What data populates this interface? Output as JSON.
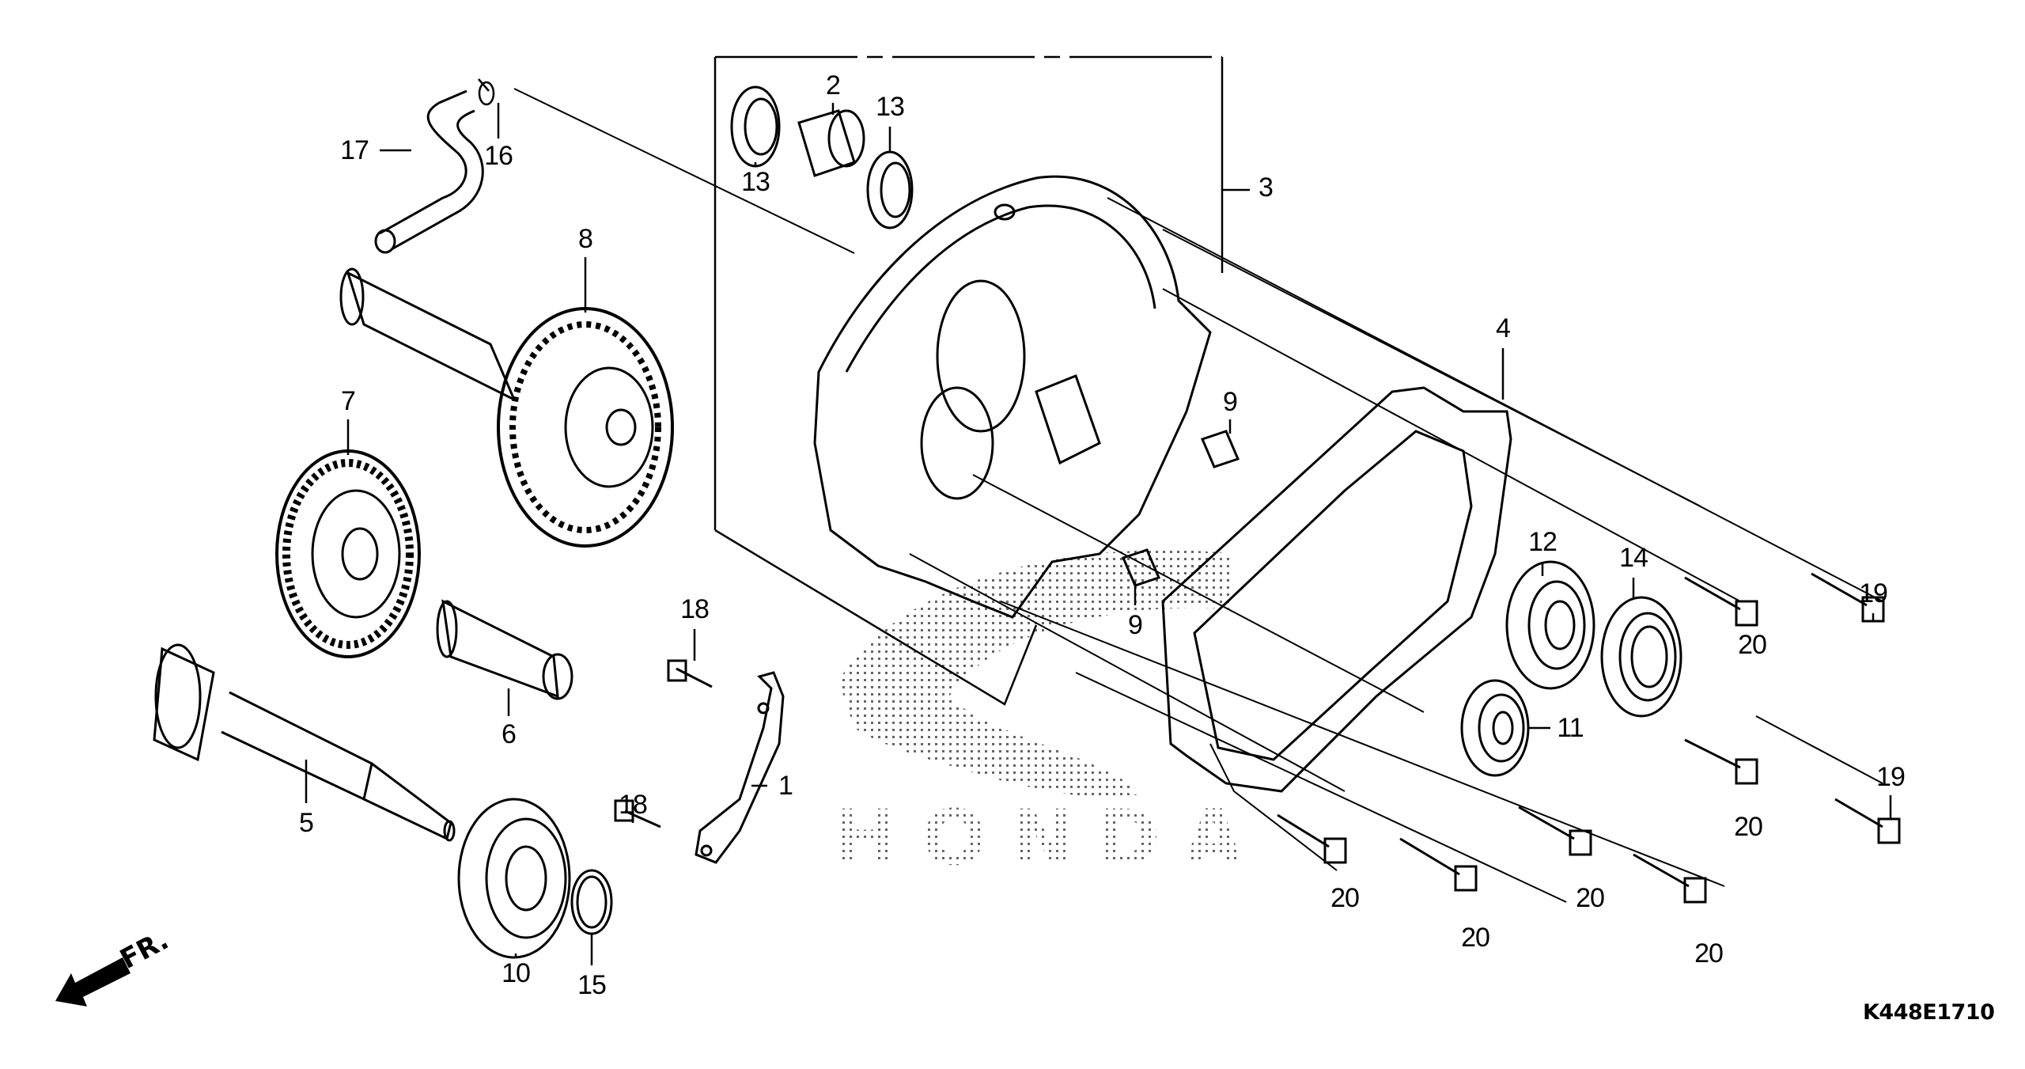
{
  "diagram": {
    "title": "Honda exploded parts diagram — transmission / left crankcase cover",
    "code": "K448E1710",
    "direction_indicator": "FR.",
    "watermark": "HONDA",
    "colors": {
      "line": "#000000",
      "background": "#ffffff",
      "watermark_dots": "#555555"
    }
  },
  "callouts": [
    {
      "id": "c1",
      "part": "1",
      "label": "1"
    },
    {
      "id": "c2",
      "part": "2",
      "label": "2"
    },
    {
      "id": "c3",
      "part": "3",
      "label": "3"
    },
    {
      "id": "c4",
      "part": "4",
      "label": "4"
    },
    {
      "id": "c5",
      "part": "5",
      "label": "5"
    },
    {
      "id": "c6",
      "part": "6",
      "label": "6"
    },
    {
      "id": "c7",
      "part": "7",
      "label": "7"
    },
    {
      "id": "c8",
      "part": "8",
      "label": "8"
    },
    {
      "id": "c9a",
      "part": "9",
      "label": "9"
    },
    {
      "id": "c9b",
      "part": "9",
      "label": "9"
    },
    {
      "id": "c10",
      "part": "10",
      "label": "10"
    },
    {
      "id": "c11",
      "part": "11",
      "label": "11"
    },
    {
      "id": "c12",
      "part": "12",
      "label": "12"
    },
    {
      "id": "c13a",
      "part": "13",
      "label": "13"
    },
    {
      "id": "c13b",
      "part": "13",
      "label": "13"
    },
    {
      "id": "c14",
      "part": "14",
      "label": "14"
    },
    {
      "id": "c15",
      "part": "15",
      "label": "15"
    },
    {
      "id": "c16",
      "part": "16",
      "label": "16"
    },
    {
      "id": "c17",
      "part": "17",
      "label": "17"
    },
    {
      "id": "c18a",
      "part": "18",
      "label": "18"
    },
    {
      "id": "c18b",
      "part": "18",
      "label": "18"
    },
    {
      "id": "c19a",
      "part": "19",
      "label": "19"
    },
    {
      "id": "c19b",
      "part": "19",
      "label": "19"
    },
    {
      "id": "c20a",
      "part": "20",
      "label": "20"
    },
    {
      "id": "c20b",
      "part": "20",
      "label": "20"
    },
    {
      "id": "c20c",
      "part": "20",
      "label": "20"
    },
    {
      "id": "c20d",
      "part": "20",
      "label": "20"
    },
    {
      "id": "c20e",
      "part": "20",
      "label": "20"
    },
    {
      "id": "c20f",
      "part": "20",
      "label": "20"
    }
  ]
}
